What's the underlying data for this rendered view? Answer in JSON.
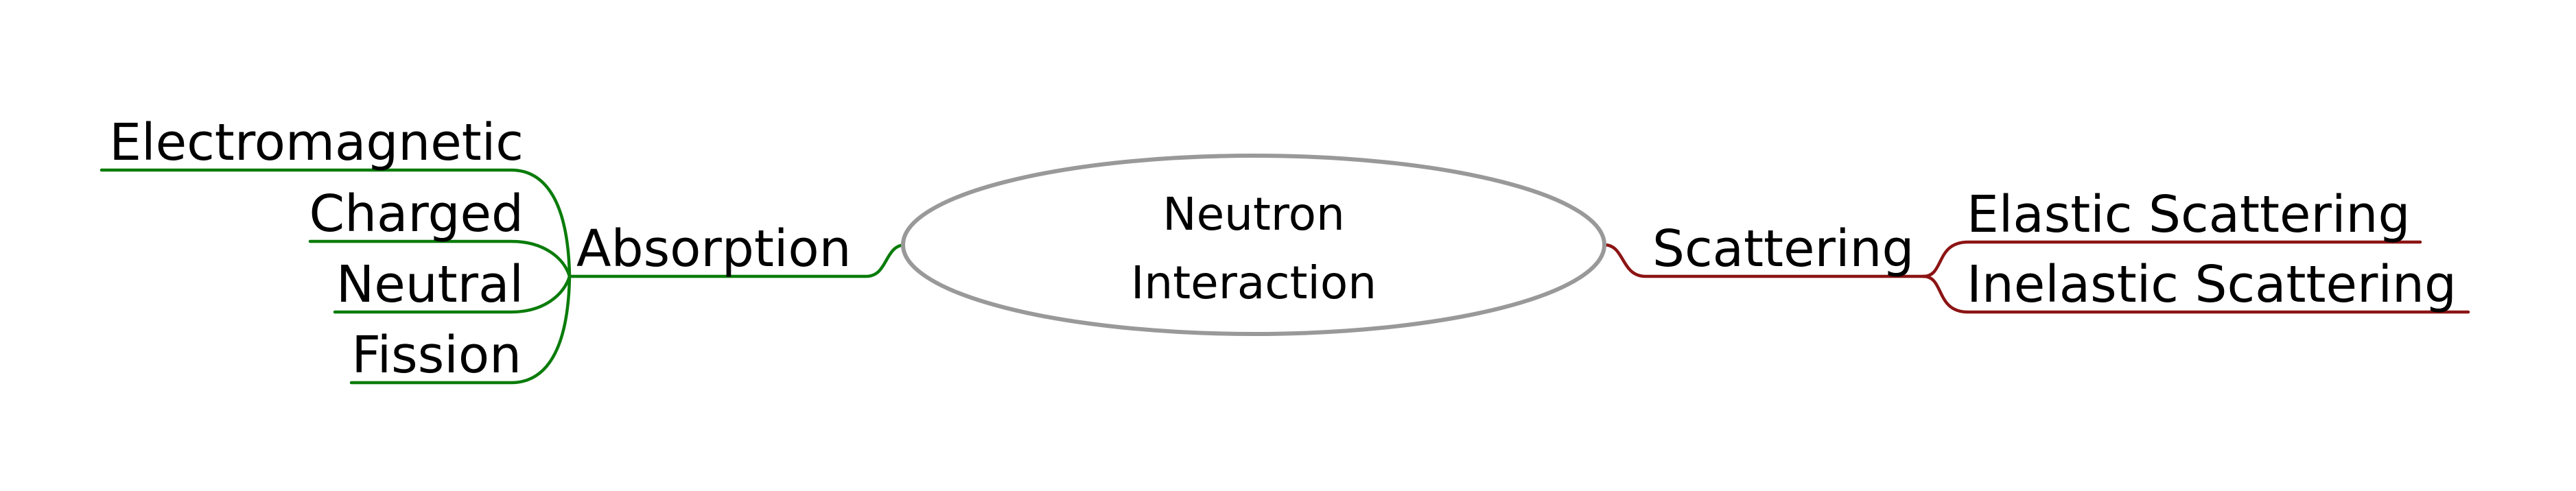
{
  "diagram": {
    "type": "mindmap",
    "root": {
      "label": "Neutron Interaction",
      "lines": [
        "Neutron",
        "Interaction"
      ]
    },
    "branches": [
      {
        "side": "left",
        "label": "Absorption",
        "children": [
          "Electromagnetic",
          "Charged",
          "Neutral",
          "Fission"
        ]
      },
      {
        "side": "right",
        "label": "Scattering",
        "children": [
          "Elastic Scattering",
          "Inelastic Scattering"
        ]
      }
    ],
    "colors": {
      "branch_left": "#0a7c0a",
      "branch_right": "#8c1414",
      "root_outline": "#999999",
      "text": "#000000",
      "background": "#ffffff"
    }
  }
}
